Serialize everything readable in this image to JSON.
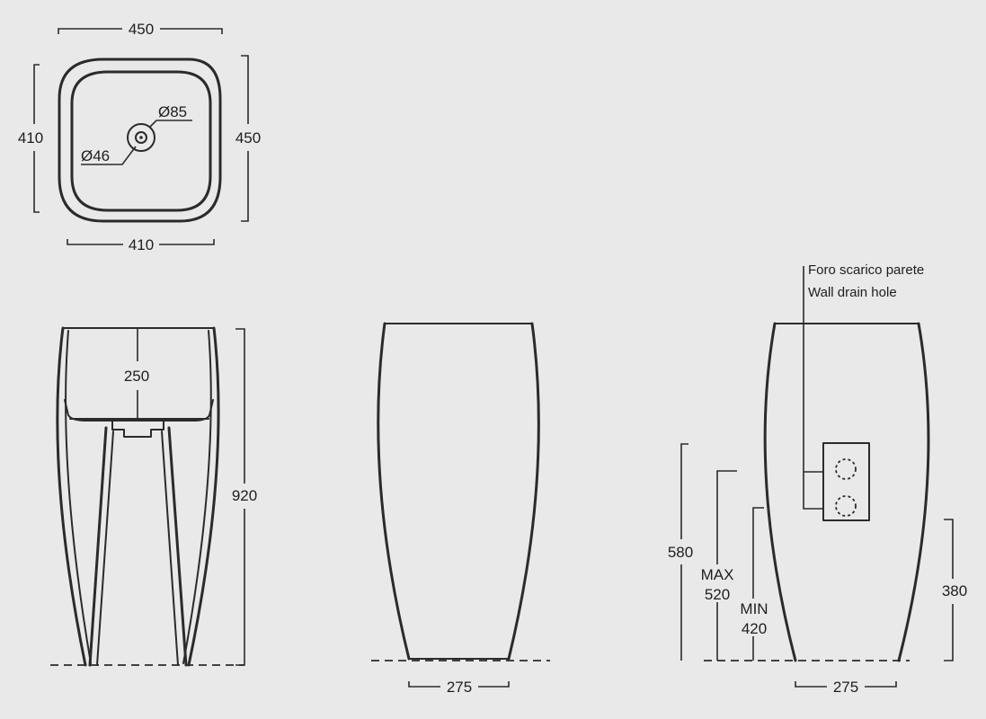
{
  "top_view": {
    "width_outer": "450",
    "depth_outer": "450",
    "width_inner": "410",
    "depth_inner": "410",
    "drain_outer": "Ø85",
    "drain_inner": "Ø46"
  },
  "section_view": {
    "basin_depth": "250",
    "total_height": "920"
  },
  "front_view": {
    "base_width": "275"
  },
  "side_view": {
    "label_it": "Foro scarico parete",
    "label_en": "Wall drain hole",
    "height_580": "580",
    "max_label": "MAX",
    "max_value": "520",
    "min_label": "MIN",
    "min_value": "420",
    "height_380": "380",
    "base_width": "275"
  }
}
